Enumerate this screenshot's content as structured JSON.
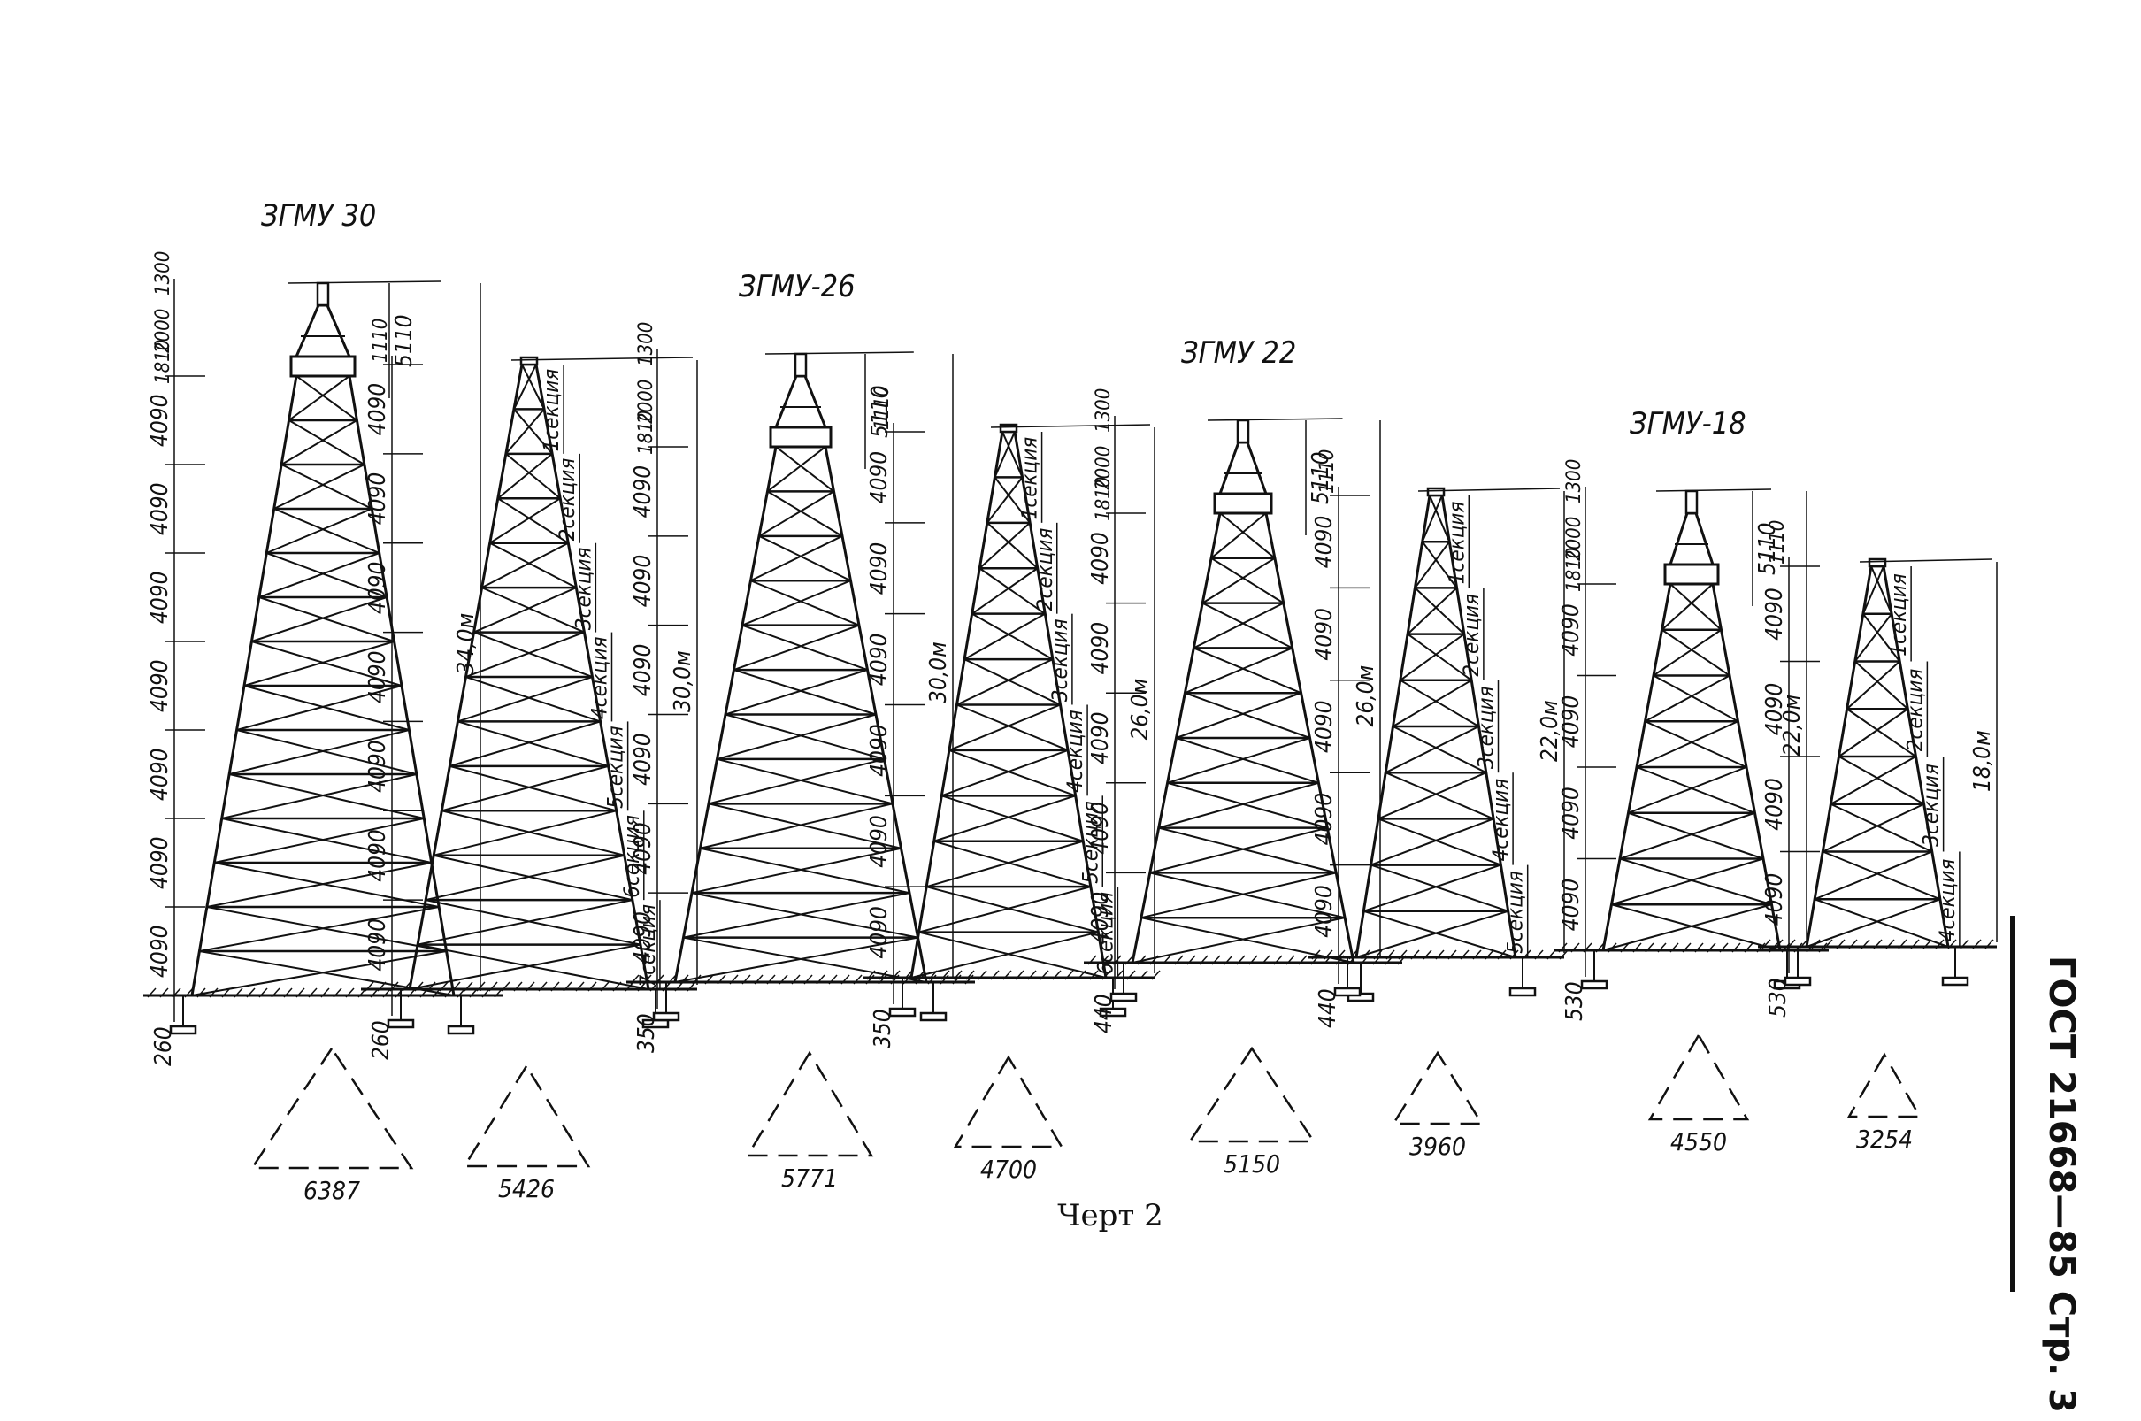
{
  "drawing": {
    "caption": "Черт 2",
    "stamp": "ГОСТ 21668—85 Стр. 3",
    "towers": [
      {
        "title": "ЗГМУ 30",
        "segments": [
          "4090",
          "4090",
          "4090",
          "4090",
          "4090",
          "4090",
          "4090"
        ],
        "top_dims": [
          "1300",
          "2000",
          "1810"
        ],
        "height_5110": "5110",
        "total_height": "34,0м",
        "ground": "260",
        "base": "6387"
      },
      {
        "title": "",
        "segments": [
          "4090",
          "4090",
          "4090",
          "4090",
          "4090",
          "4090",
          "4090"
        ],
        "top_dims": [
          "1110"
        ],
        "sections": [
          "1секция",
          "2секция",
          "3секция",
          "4секция",
          "5секция",
          "6секция",
          "7секция"
        ],
        "total_height": "30,0м",
        "ground": "260",
        "base": "5426"
      },
      {
        "title": "ЗГМУ-26",
        "segments": [
          "4090",
          "4090",
          "4090",
          "4090",
          "4090",
          "4090"
        ],
        "top_dims": [
          "1300",
          "2000",
          "1810"
        ],
        "height_5110": "5110",
        "total_height": "30,0м",
        "ground": "350",
        "base": "5771"
      },
      {
        "title": "",
        "segments": [
          "4090",
          "4090",
          "4090",
          "4090",
          "4090",
          "4090"
        ],
        "top_dims": [
          "1110"
        ],
        "sections": [
          "1секция",
          "2секция",
          "3секция",
          "4секция",
          "5секция",
          "6секция"
        ],
        "total_height": "26,0м",
        "ground": "350",
        "base": "4700"
      },
      {
        "title": "ЗГМУ 22",
        "segments": [
          "4090",
          "4090",
          "4090",
          "4090",
          "4090"
        ],
        "top_dims": [
          "1300",
          "2000",
          "1810"
        ],
        "height_5110": "5110",
        "total_height": "26,0м",
        "ground": "440",
        "base": "5150"
      },
      {
        "title": "",
        "segments": [
          "4090",
          "4090",
          "4090",
          "4090",
          "4090"
        ],
        "top_dims": [
          "1110"
        ],
        "sections": [
          "1секция",
          "2секция",
          "3секция",
          "4секция",
          "5секция"
        ],
        "total_height": "22,0м",
        "ground": "440",
        "base": "3960"
      },
      {
        "title": "ЗГМУ-18",
        "segments": [
          "4090",
          "4090",
          "4090",
          "4090"
        ],
        "top_dims": [
          "1300",
          "2000",
          "1810"
        ],
        "height_5110": "5110",
        "total_height": "22,0м",
        "ground": "530",
        "base": "4550"
      },
      {
        "title": "",
        "segments": [
          "4090",
          "4090",
          "4090",
          "4090"
        ],
        "top_dims": [
          "1110"
        ],
        "sections": [
          "1секция",
          "2секция",
          "3секция",
          "4секция"
        ],
        "total_height": "18,0м",
        "ground": "530",
        "base": "3254"
      }
    ]
  }
}
